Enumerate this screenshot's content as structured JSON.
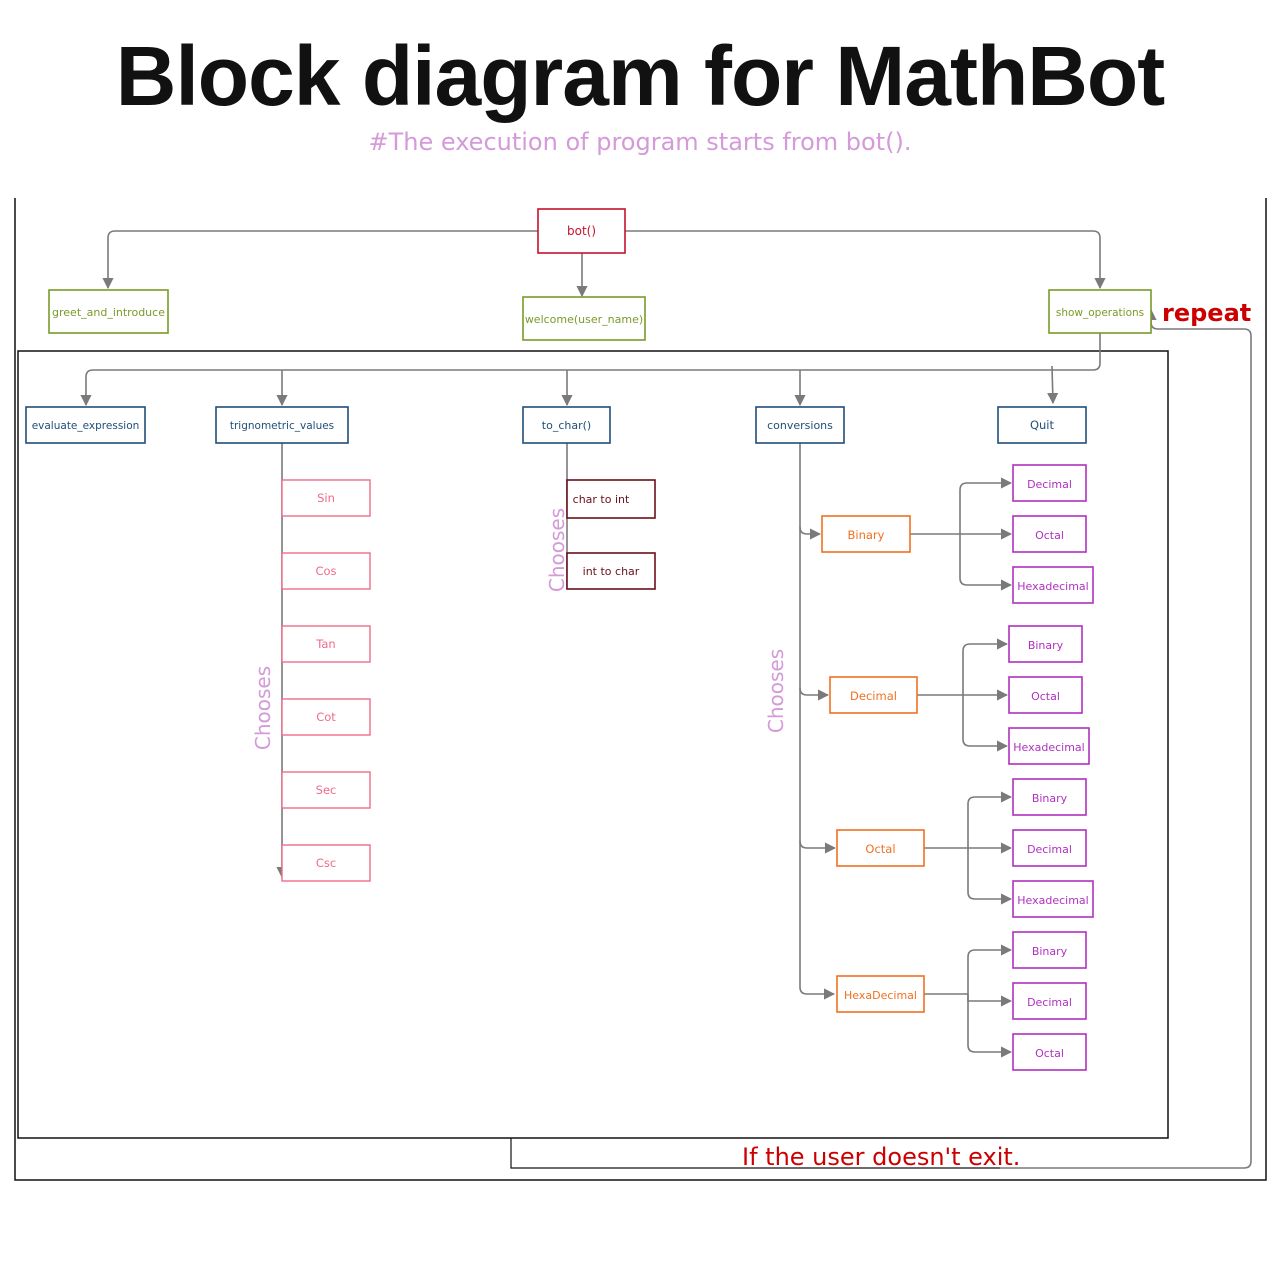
{
  "title": "Block diagram for MathBot",
  "subtitle": "#The  execution of program starts  from bot().",
  "colors": {
    "root": "#c8102e",
    "level1": "#7a9a2a",
    "level2": "#1f4e79",
    "trig": "#ef6b8a",
    "char": "#6b0f1a",
    "conv": "#f07020",
    "target": "#b030c0",
    "annotation": "#d49ad9",
    "loop_label": "#cc0000",
    "connector": "#7a7a7a"
  },
  "nodes": {
    "bot": "bot()",
    "greet": "greet_and_introduce",
    "welcome": "welcome(user_name)",
    "show_ops": "show_operations",
    "evaluate": "evaluate_expression",
    "trig": "trignometric_values",
    "to_char": "to_char()",
    "conversions": "conversions",
    "quit": "Quit",
    "trig_options": [
      "Sin",
      "Cos",
      "Tan",
      "Cot",
      "Sec",
      "Csc"
    ],
    "char_options": [
      "char to int",
      "int to char"
    ],
    "conversion_groups": [
      {
        "label": "Binary",
        "targets": [
          "Decimal",
          "Octal",
          "Hexadecimal"
        ]
      },
      {
        "label": "Decimal",
        "targets": [
          "Binary",
          "Octal",
          "Hexadecimal"
        ]
      },
      {
        "label": "Octal",
        "targets": [
          "Binary",
          "Decimal",
          "Hexadecimal"
        ]
      },
      {
        "label": "HexaDecimal",
        "targets": [
          "Binary",
          "Decimal",
          "Octal"
        ]
      }
    ]
  },
  "annotations": {
    "chooses": "Chooses",
    "repeat": "repeat",
    "loop_condition": "If the user doesn't exit."
  }
}
